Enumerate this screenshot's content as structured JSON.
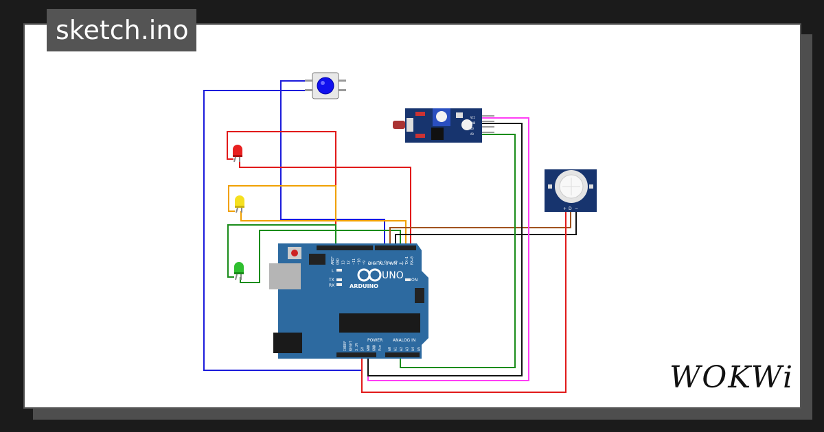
{
  "header": {
    "title": "sketch.ino"
  },
  "brand": {
    "logo_text": "WOKWi"
  },
  "board": {
    "name": "ARDUINO",
    "model": "UNO",
    "label_digital": "DIGITAL (PWM ~)",
    "label_power": "POWER",
    "label_analog": "ANALOG IN",
    "label_l": "L",
    "label_tx": "TX",
    "label_rx": "RX",
    "label_on": "ON",
    "digital_pins": [
      "AREF",
      "GND",
      "13",
      "12",
      "~11",
      "~10",
      "~9",
      "8",
      "7",
      "~6",
      "~5",
      "4",
      "~3",
      "2",
      "TX→1",
      "RX←0"
    ],
    "power_pins": [
      "IOREF",
      "RESET",
      "3.3V",
      "5V",
      "GND",
      "GND",
      "Vin"
    ],
    "analog_pins": [
      "A0",
      "A1",
      "A2",
      "A3",
      "A4",
      "A5"
    ]
  },
  "ldr_module": {
    "pins": [
      "VCC",
      "GND",
      "DO",
      "AO"
    ]
  },
  "pir_sensor": {
    "pins": [
      "+",
      "D",
      "−"
    ]
  },
  "wire_colors": {
    "blue": "#1a1adb",
    "red": "#e11919",
    "orange": "#f0a000",
    "green": "#1a8c1a",
    "brown": "#a0521e",
    "black": "#111111",
    "magenta": "#ff3df5",
    "board": "#2d6aa0"
  }
}
